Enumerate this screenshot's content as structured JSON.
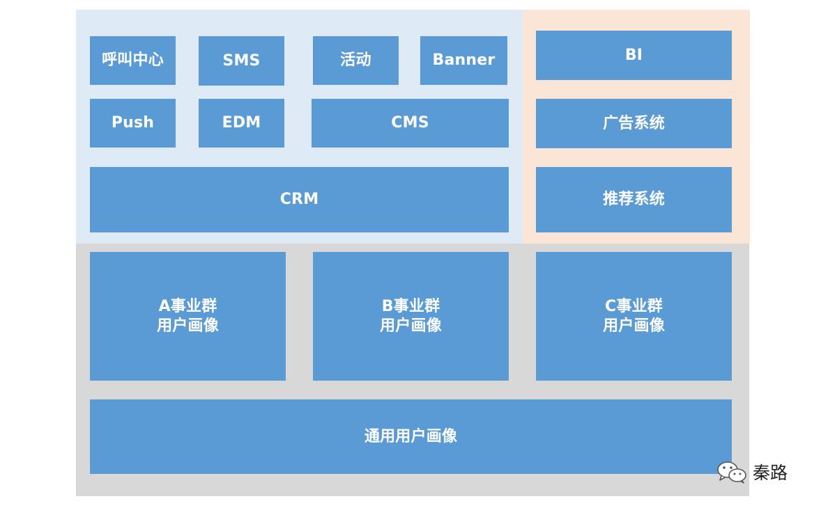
{
  "colors": {
    "top_left_bg": "#deeaf6",
    "top_right_bg": "#fbe5d7",
    "bottom_bg": "#d8d8d8",
    "block_fill": "#5b9bd5",
    "block_text": "#ffffff"
  },
  "top_left": {
    "call_center": "呼叫中心",
    "sms": "SMS",
    "activity": "活动",
    "banner": "Banner",
    "push": "Push",
    "edm": "EDM",
    "cms": "CMS",
    "crm": "CRM"
  },
  "top_right": {
    "bi": "BI",
    "ad_system": "广告系统",
    "recommend_system": "推荐系统"
  },
  "bottom": {
    "group_a": {
      "line1": "A事业群",
      "line2": "用户画像"
    },
    "group_b": {
      "line1": "B事业群",
      "line2": "用户画像"
    },
    "group_c": {
      "line1": "C事业群",
      "line2": "用户画像"
    },
    "general_profile": "通用用户画像"
  },
  "watermark": {
    "icon": "wechat-icon",
    "text": "秦路"
  }
}
